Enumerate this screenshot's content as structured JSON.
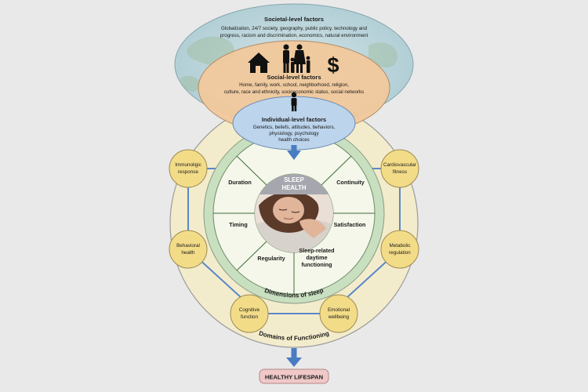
{
  "societal": {
    "title": "Societal-level factors",
    "line1": "Globalization, 24/7 society, geography, public policy, technology and",
    "line2": "progress, racism and discrimination, economics, natural environment"
  },
  "social": {
    "title": "Social-level factors",
    "line1": "Home, family, work, school, neighborhood, religion,",
    "line2": "culture, race and ethnicity, socioeconomic status, social networks",
    "dollar_glyph": "$"
  },
  "individual": {
    "title": "Individual-level factors",
    "line1": "Genetics, beliefs, attitudes, behaviors,",
    "line2": "physiology, psychology",
    "line3": "health  choices"
  },
  "center": {
    "line1": "SLEEP",
    "line2": "HEALTH"
  },
  "dimensions": {
    "label": "Dimensions of sleep",
    "duration": "Duration",
    "continuity": "Continuity",
    "timing": "Timing",
    "satisfaction": "Satisfaction",
    "regularity": "Regularity",
    "daytime1": "Sleep-related",
    "daytime2": "daytime",
    "daytime3": "functioning"
  },
  "domains": {
    "label": "Domains of Functioning",
    "immunologic1": "Immunoligic",
    "immunologic2": "response",
    "cardio1": "Cardiovascular",
    "cardio2": "fitness",
    "behavioral1": "Behavioral",
    "behavioral2": "health",
    "metabolic1": "Metabolic",
    "metabolic2": "regulation",
    "cognitive1": "Cognitive",
    "cognitive2": "function",
    "emotional1": "Emotional",
    "emotional2": "wellbeing"
  },
  "outcome": {
    "label": "HEALTHY LIFESPAN"
  },
  "colors": {
    "background": "#e9e9e9",
    "domains_ring": "#f3eccc",
    "dimensions_ring": "#c8dfc0",
    "dimensions_fill": "#f4f7ea",
    "societal_fill": "#b6d4dc",
    "social_fill": "#f2c99c",
    "individual_fill": "#bcd4ec",
    "node_fill": "#f3dc88",
    "connector": "#5b87c7",
    "arrow": "#4a7cc2",
    "sleep_health_fill": "#a6a7ae",
    "outcome_fill": "#f0c8c8"
  },
  "icons": [
    "house-icon",
    "family-icon",
    "dollar-icon",
    "person-icon",
    "sleeping-woman-illustration",
    "down-arrow-icon"
  ]
}
